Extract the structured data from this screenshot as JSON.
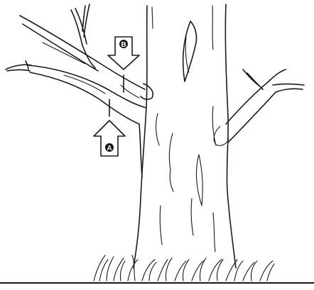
{
  "markers": [
    {
      "id": "A",
      "label": "A",
      "arrow_direction": "up"
    },
    {
      "id": "B",
      "label": "B",
      "arrow_direction": "down"
    }
  ],
  "colors": {
    "ink": "#1a1a1a",
    "marker_fill": "#111111",
    "background": "#ffffff"
  }
}
